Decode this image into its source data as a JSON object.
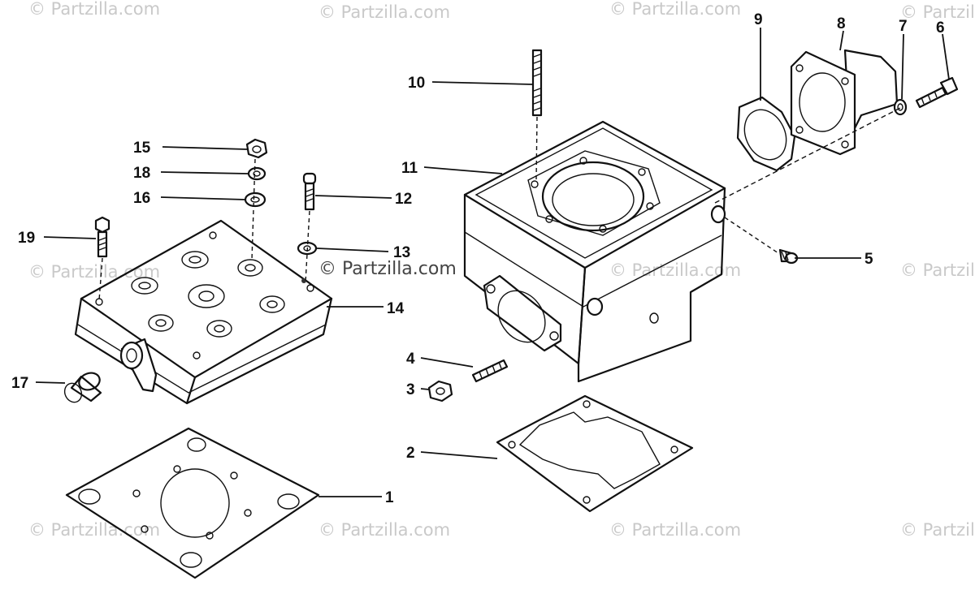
{
  "watermark": "© Partzilla.com",
  "center_watermark": "© Partzilla.com",
  "callouts": [
    "1",
    "2",
    "3",
    "4",
    "5",
    "6",
    "7",
    "8",
    "9",
    "10",
    "11",
    "12",
    "13",
    "14",
    "15",
    "16",
    "17",
    "18",
    "19"
  ]
}
